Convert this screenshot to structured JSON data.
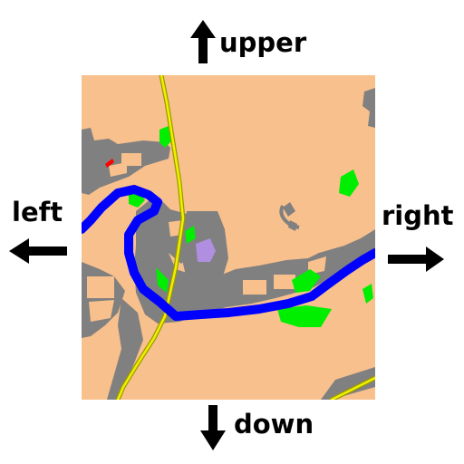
{
  "directions": {
    "upper": "upper",
    "down": "down",
    "left": "left",
    "right": "right"
  },
  "icons": {
    "upper": "arrow-up-icon",
    "down": "arrow-down-icon",
    "left": "arrow-left-icon",
    "right": "arrow-right-icon"
  },
  "colors": {
    "land": "#f8c08c",
    "built_area": "#808080",
    "river": "#0000ff",
    "road": "#f0f000",
    "green": "#00ee00",
    "landmark": "#b08ee0",
    "marker": "#ff0000",
    "arrow": "#000000"
  }
}
